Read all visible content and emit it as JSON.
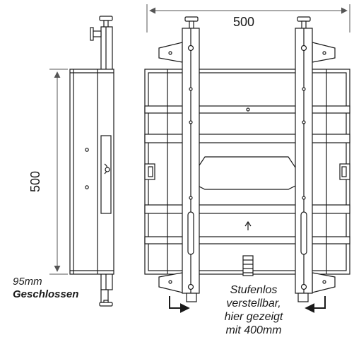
{
  "dimensions": {
    "width_label": "500",
    "height_label": "500",
    "depth_label": "95mm",
    "state_label": "Geschlossen"
  },
  "note": {
    "line1": "Stufenlos",
    "line2": "verstellbar,",
    "line3": "hier gezeigt",
    "line4": "mit 400mm"
  },
  "colors": {
    "line": "#1a1a1a",
    "fill": "#ffffff",
    "dim": "#555555"
  }
}
